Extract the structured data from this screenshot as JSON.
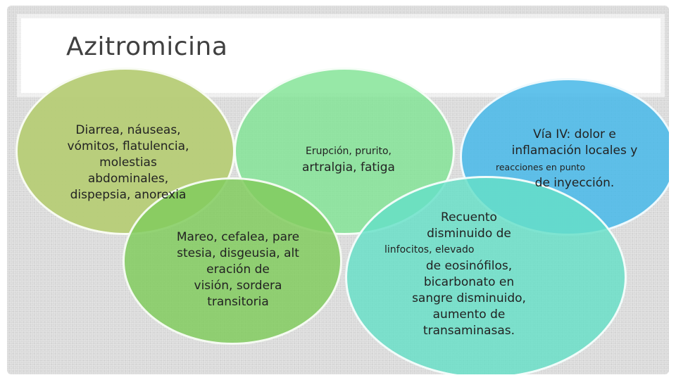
{
  "slide": {
    "title": "Azitromicina"
  },
  "circles": {
    "gastrointestinal": {
      "lines": [
        "Diarrea, náuseas,",
        "vómitos, flatulencia,",
        "molestias",
        "abdominales,",
        "dispepsia, anorexia"
      ]
    },
    "skin": {
      "line1": "Erupción, prurito,",
      "line2": "artralgia, fatiga"
    },
    "iv_route": {
      "line1": "Vía IV: dolor e",
      "line2": "inflamación locales y",
      "line3": "reacciones en punto",
      "line4": "de inyección."
    },
    "neurological": {
      "lines": [
        "Mareo, cefalea, pare",
        "stesia, disgeusia, alt",
        "eración de",
        "visión, sordera",
        "transitoria"
      ]
    },
    "laboratory": {
      "line1": "Recuento",
      "line2": "disminuido de",
      "line3": "linfocitos, elevado",
      "line4": "de eosinófilos,",
      "line5": "bicarbonato en",
      "line6": "sangre disminuido,",
      "line7": "aumento de",
      "line8": "transaminasas."
    }
  },
  "colors": {
    "gastrointestinal": "#b7cd78",
    "skin": "#83e396",
    "iv_route": "#4bb9e8",
    "neurological": "#81cb5e",
    "laboratory": "#65dfc7",
    "title_text": "#404040",
    "background": "#d9d9d9"
  }
}
